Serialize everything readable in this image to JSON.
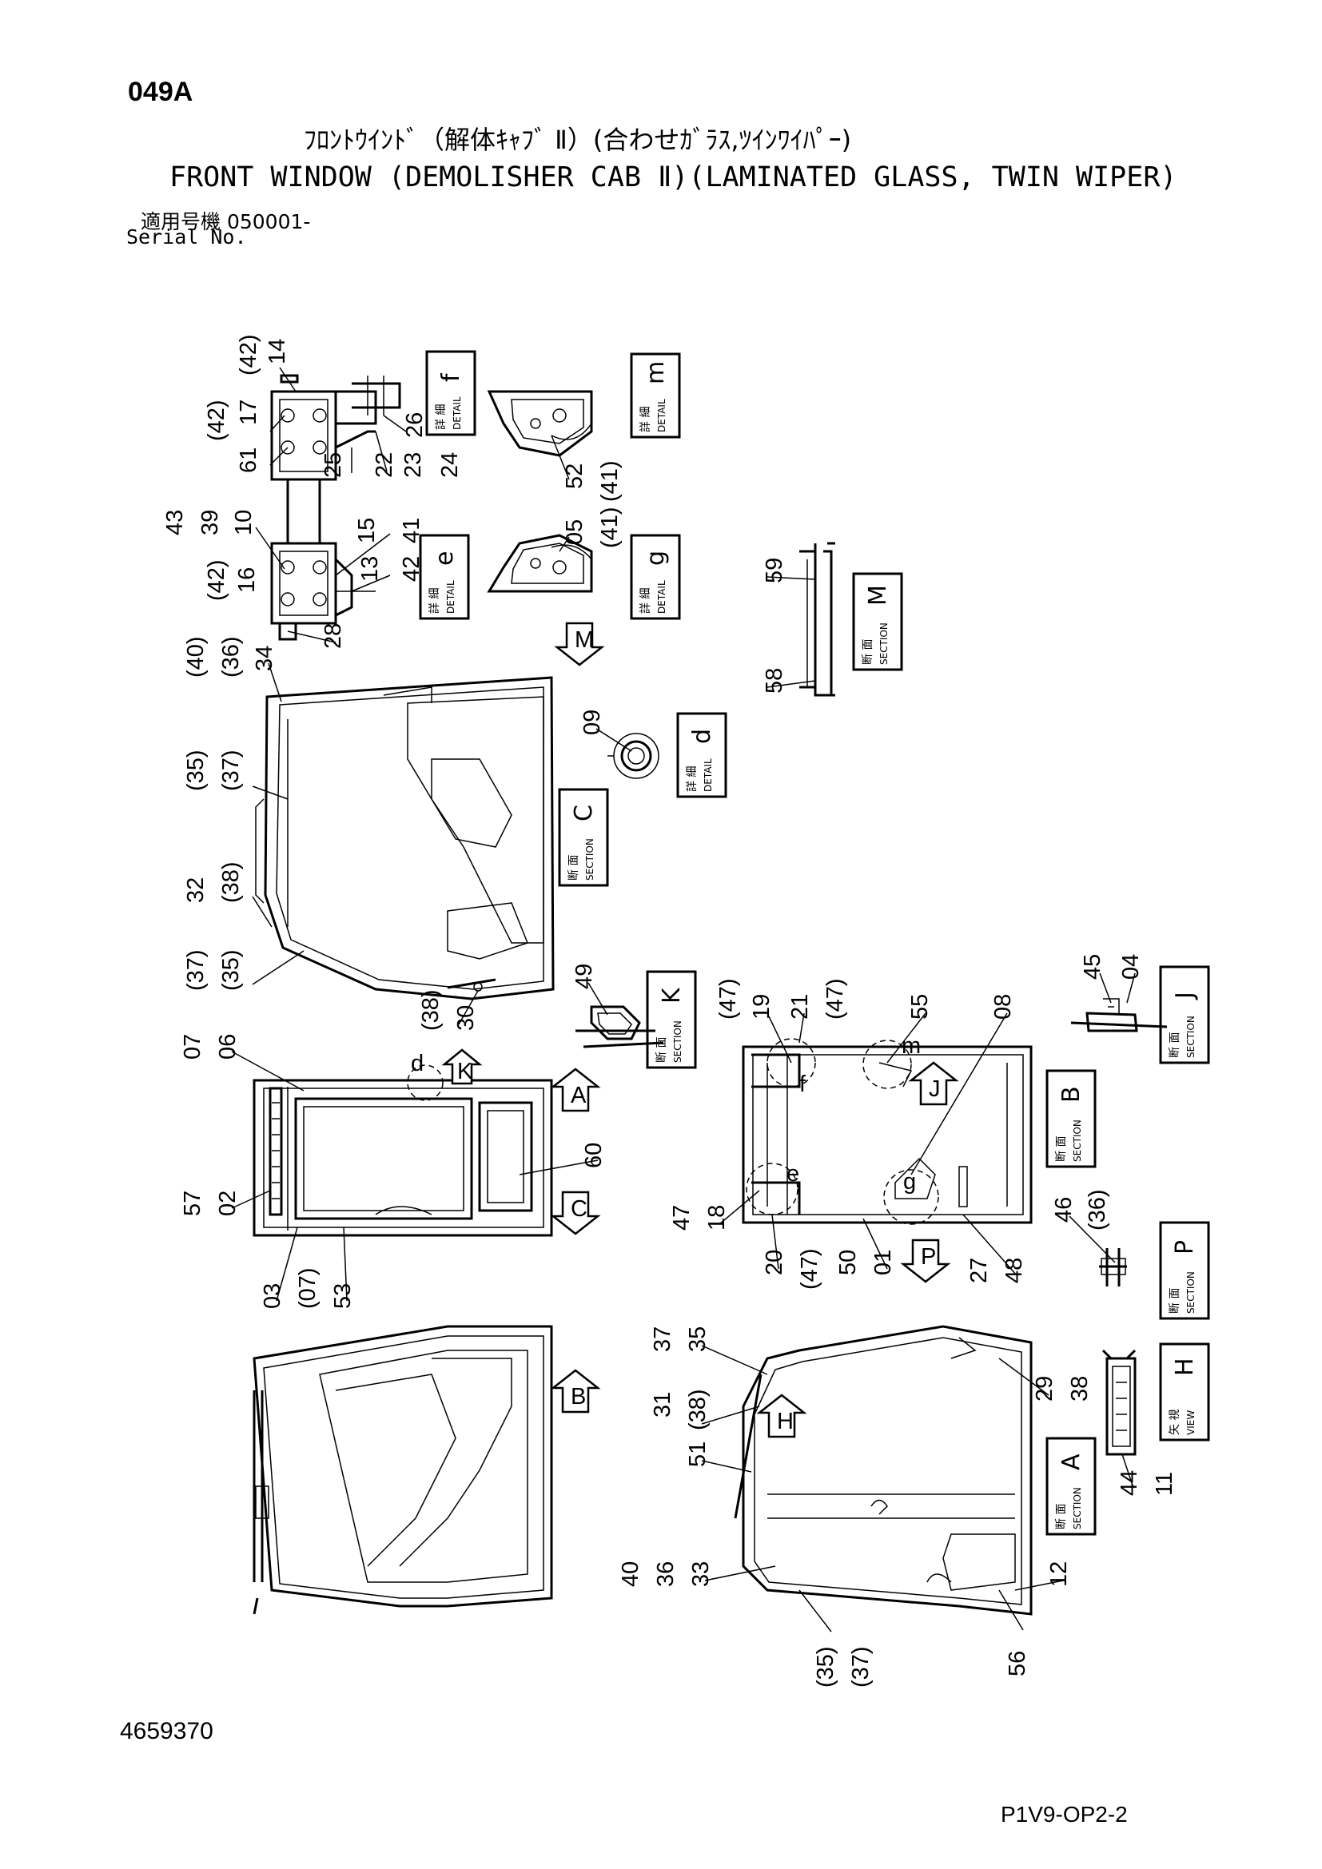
{
  "header": {
    "page_code": "049A",
    "title_jp": "ﾌﾛﾝﾄｳｲﾝﾄﾞ（解体ｷｬﾌﾞ Ⅱ）(合わせｶﾞﾗｽ,ﾂｲﾝﾜｲﾊﾟｰ)",
    "title_en": "FRONT WINDOW (DEMOLISHER CAB Ⅱ)(LAMINATED GLASS, TWIN WIPER)",
    "serial_jp": "適用号機  050001-",
    "serial_en": "Serial No."
  },
  "footer": {
    "doc_number": "4659370",
    "drawing_code": "P1V9-OP2-2"
  },
  "detail_labels": {
    "jp": "詳 細",
    "en": "DETAIL",
    "items": [
      "f",
      "m",
      "e",
      "g",
      "d"
    ]
  },
  "section_labels": {
    "jp": "断 面",
    "en": "SECTION",
    "items": [
      "M",
      "C",
      "K",
      "J",
      "B",
      "P",
      "A"
    ]
  },
  "view_labels": {
    "jp": "矢 視",
    "en": "VIEW",
    "items": [
      "H"
    ]
  },
  "view_arrows": [
    "A",
    "C",
    "B",
    "J",
    "P",
    "H",
    "M",
    "K"
  ],
  "callouts": {
    "c1": "(42)",
    "c2": "14",
    "c3": "(42)",
    "c4": "17",
    "c5": "61",
    "c6": "26",
    "c7": "25",
    "c8": "22",
    "c9": "23",
    "c10": "24",
    "c11": "43",
    "c12": "39",
    "c13": "10",
    "c14": "15",
    "c15": "41",
    "c16": "(42)",
    "c17": "16",
    "c18": "13",
    "c19": "42",
    "c20": "28",
    "c21": "52",
    "c22": "(41)",
    "c23": "05",
    "c24": "(41)",
    "c25": "59",
    "c26": "58",
    "c27": "(40)",
    "c28": "(36)",
    "c29": "34",
    "c30": "(35)",
    "c31": "(37)",
    "c32": "32",
    "c33": "(38)",
    "c34": "(37)",
    "c35": "(35)",
    "c36": "(38)",
    "c37": "30",
    "c38": "49",
    "c39": "09",
    "c40": "07",
    "c41": "06",
    "c42": "57",
    "c43": "02",
    "c44": "60",
    "c45": "03",
    "c46": "(07)",
    "c47": "53",
    "c48": "(47)",
    "c49": "19",
    "c50": "21",
    "c51": "(47)",
    "c52": "55",
    "c53": "08",
    "c54": "47",
    "c55": "18",
    "c56": "20",
    "c57": "(47)",
    "c58": "50",
    "c59": "01",
    "c60": "27",
    "c61": "48",
    "c62": "45",
    "c63": "04",
    "c64": "46",
    "c65": "(36)",
    "c66": "37",
    "c67": "35",
    "c68": "31",
    "c69": "(38)",
    "c70": "51",
    "c71": "40",
    "c72": "36",
    "c73": "33",
    "c74": "(35)",
    "c75": "(37)",
    "c76": "56",
    "c77": "12",
    "c78": "29",
    "c79": "38",
    "c80": "44",
    "c81": "11"
  },
  "circle_markers": [
    "d",
    "f",
    "m",
    "e",
    "g"
  ]
}
